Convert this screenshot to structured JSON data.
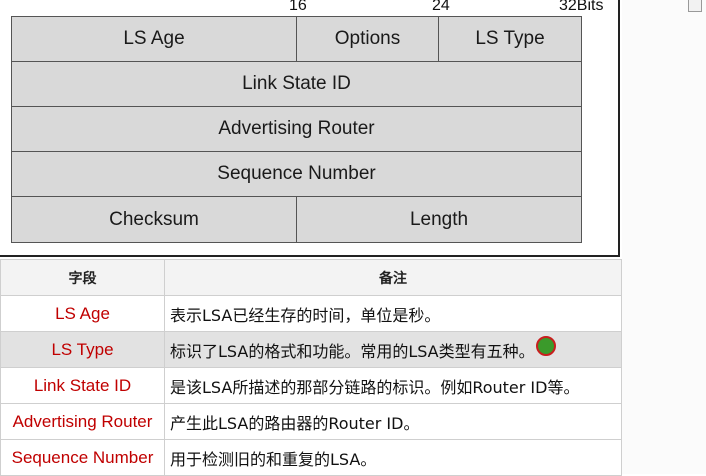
{
  "diagram": {
    "bit_labels": {
      "b16": "16",
      "b24": "24",
      "b32": "32Bits"
    },
    "rows": {
      "r1": {
        "ls_age": "LS Age",
        "options": "Options",
        "ls_type": "LS Type"
      },
      "r2": {
        "link_state_id": "Link State ID"
      },
      "r3": {
        "advertising_router": "Advertising Router"
      },
      "r4": {
        "sequence_number": "Sequence Number"
      },
      "r5": {
        "checksum": "Checksum",
        "length": "Length"
      }
    }
  },
  "table": {
    "headers": {
      "field": "字段",
      "note": "备注"
    },
    "rows": [
      {
        "field": "LS Age",
        "note": "表示LSA已经生存的时间，单位是秒。"
      },
      {
        "field": "LS Type",
        "note": "标识了LSA的格式和功能。常用的LSA类型有五种。"
      },
      {
        "field": "Link State ID",
        "note": "是该LSA所描述的那部分链路的标识。例如Router ID等。"
      },
      {
        "field": "Advertising Router",
        "note": "产生此LSA的路由器的Router ID。"
      },
      {
        "field": "Sequence Number",
        "note": "用于检测旧的和重复的LSA。"
      }
    ]
  },
  "colors": {
    "field_text": "#c00000",
    "cell_gray": "#d9d9d9",
    "cursor": "#3b9a2b"
  }
}
